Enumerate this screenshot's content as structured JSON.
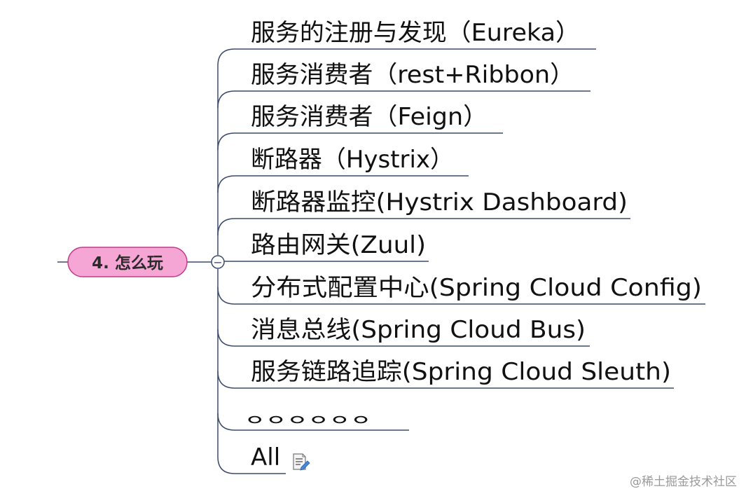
{
  "root": {
    "label": "4. 怎么玩",
    "fill_color": "#f5a6d4",
    "border_color": "#c23c8a",
    "collapse_symbol": "−"
  },
  "branches": [
    {
      "label": "服务的注册与发现（Eureka）"
    },
    {
      "label": "服务消费者（rest+Ribbon）"
    },
    {
      "label": "服务消费者（Feign）"
    },
    {
      "label": "断路器（Hystrix）"
    },
    {
      "label": "断路器监控(Hystrix Dashboard)"
    },
    {
      "label": "路由网关(Zuul)"
    },
    {
      "label": "分布式配置中心(Spring Cloud Config)"
    },
    {
      "label": "消息总线(Spring Cloud Bus)"
    },
    {
      "label": "服务链路追踪(Spring Cloud Sleuth)"
    },
    {
      "label": "。。。。。。"
    },
    {
      "label": "All",
      "icon": "note-icon"
    }
  ],
  "connector_color": "#3b4a6b",
  "watermark": "@稀土掘金技术社区"
}
